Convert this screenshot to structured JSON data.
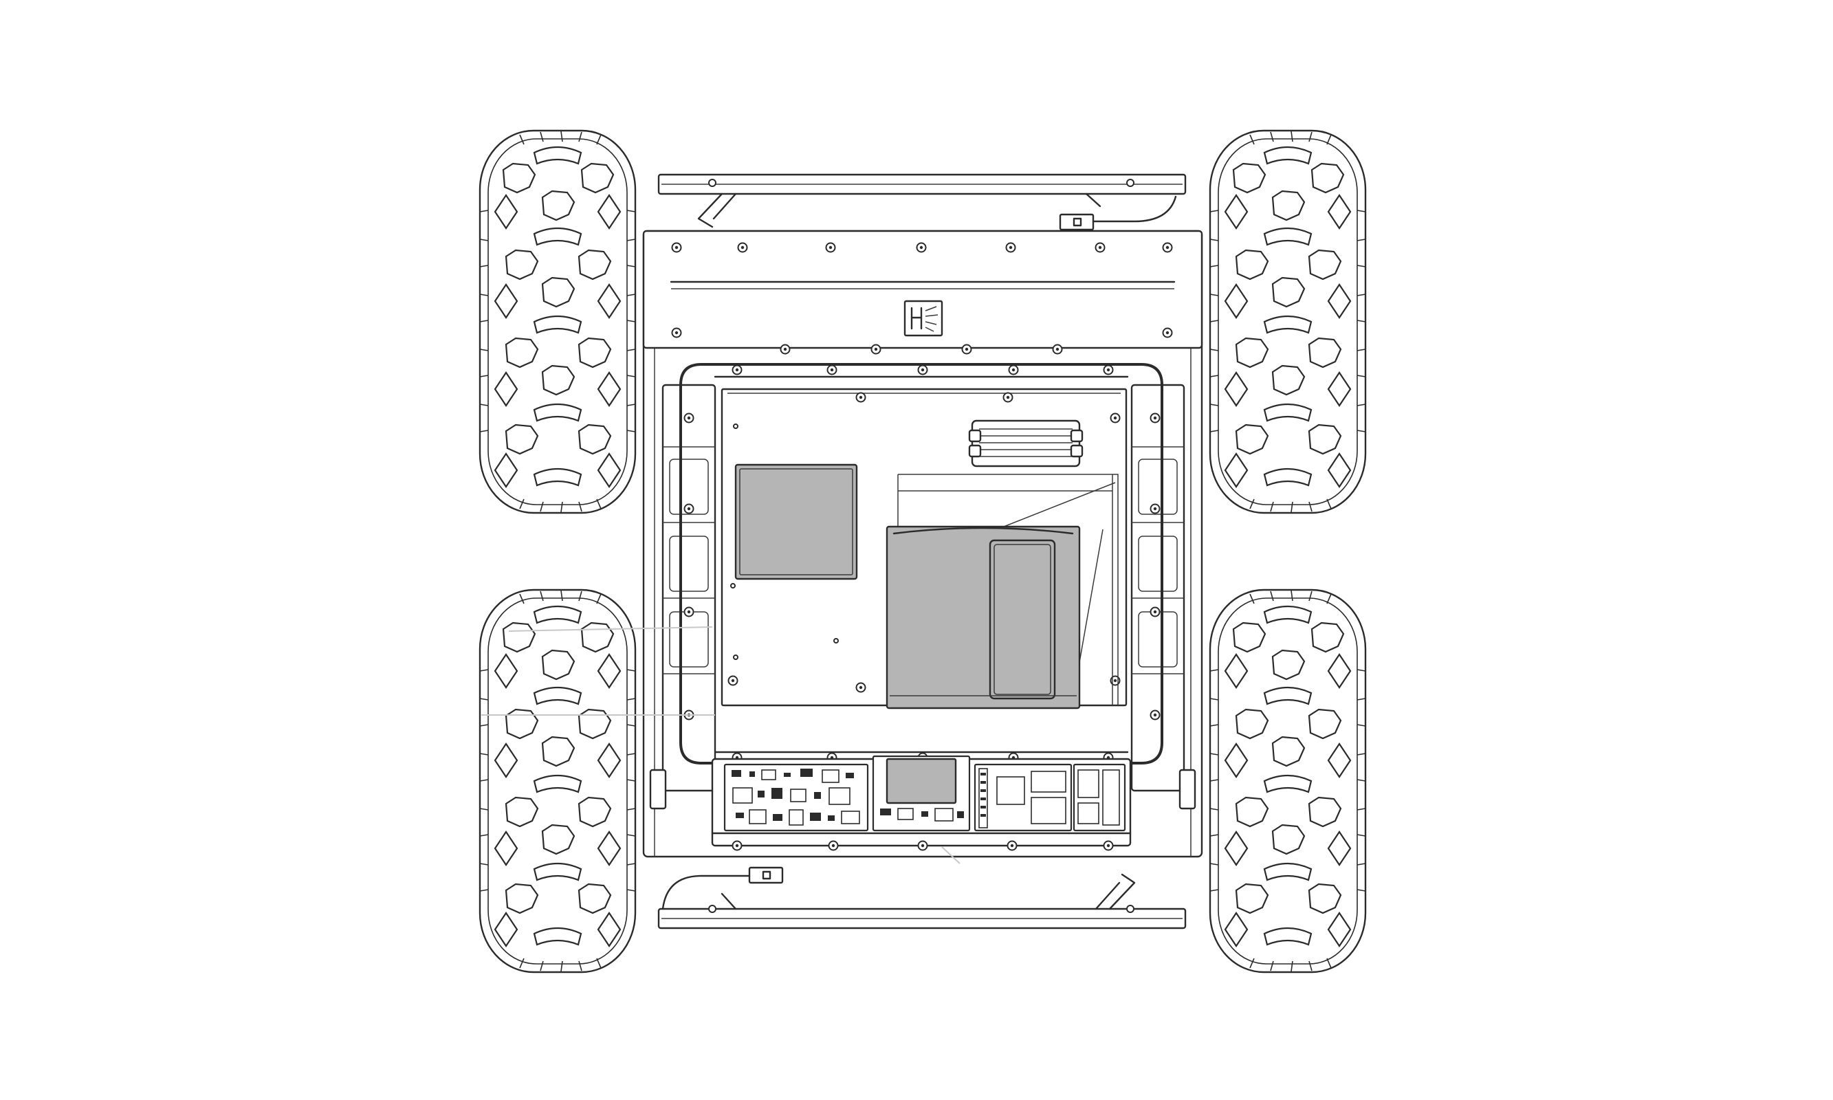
{
  "colors": {
    "line": "#2b2b2b",
    "component_fill": "#b5b5b5",
    "background": "#ffffff"
  },
  "parts": {
    "wheels": [
      "front-left-wheel",
      "front-right-wheel",
      "rear-left-wheel",
      "rear-right-wheel"
    ],
    "bumpers": [
      "front-bumper",
      "rear-bumper"
    ],
    "chassis": [
      "chassis-top-plate",
      "chassis-frame",
      "electronics-bay"
    ],
    "components": [
      "computer-module",
      "battery-pack",
      "heat-sink",
      "controller-boards"
    ],
    "logo": "husarion-logo"
  }
}
